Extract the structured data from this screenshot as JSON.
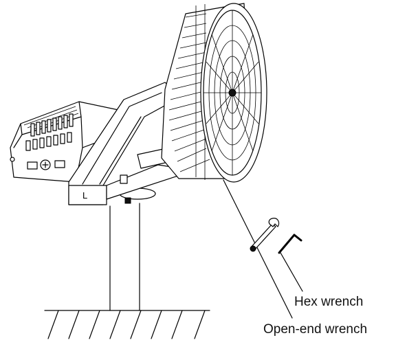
{
  "labels": {
    "hex_wrench": "Hex wrench",
    "open_end_wrench": "Open-end wrench",
    "bracket_mark": "L"
  },
  "icons": [
    "led-floodlight-icon",
    "driver-box-icon",
    "mounting-bracket-icon",
    "pole-icon",
    "hex-wrench-icon",
    "open-end-wrench-icon"
  ]
}
